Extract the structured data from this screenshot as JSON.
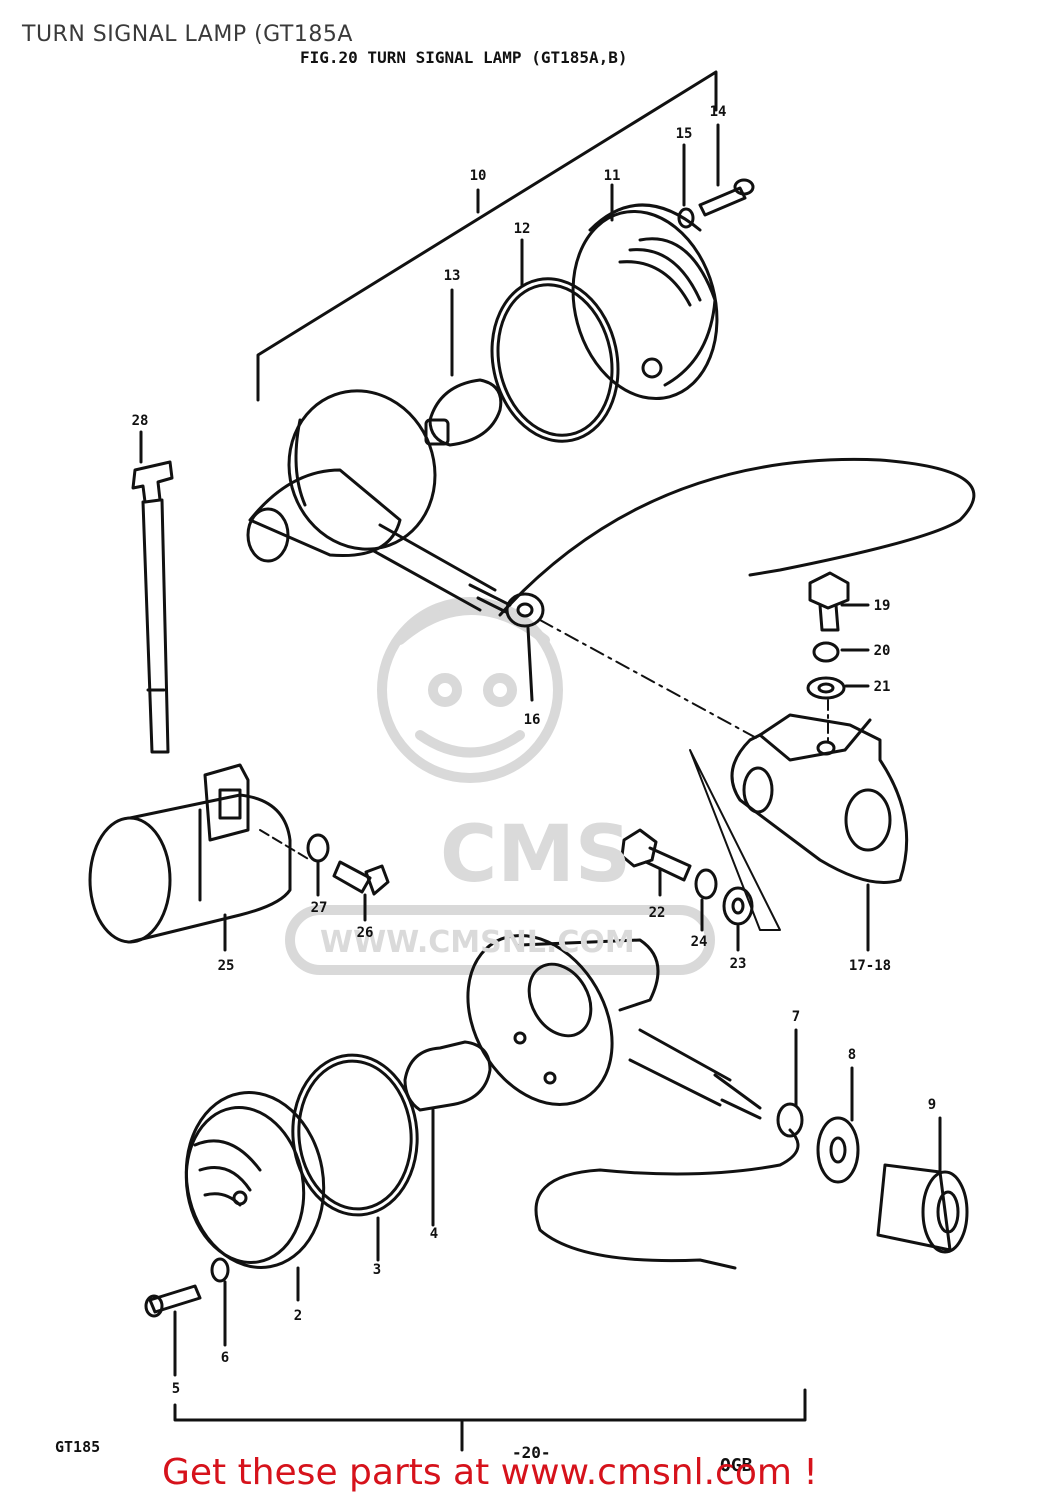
{
  "header": {
    "title": "TURN SIGNAL LAMP (GT185A",
    "fig_caption": "FIG.20 TURN SIGNAL LAMP (GT185A,B)"
  },
  "watermark": {
    "logo_text": "CMS",
    "url_text": "WWW.CMSNL.COM"
  },
  "labels": {
    "p2": "2",
    "p3": "3",
    "p4": "4",
    "p5": "5",
    "p6": "6",
    "p7": "7",
    "p8": "8",
    "p9": "9",
    "p10": "10",
    "p11": "11",
    "p12": "12",
    "p13": "13",
    "p14": "14",
    "p15": "15",
    "p16": "16",
    "p17_18": "17-18",
    "p19": "19",
    "p20": "20",
    "p21": "21",
    "p22": "22",
    "p23": "23",
    "p24": "24",
    "p25": "25",
    "p26": "26",
    "p27": "27",
    "p28": "28"
  },
  "footer": {
    "model_code": "GT185",
    "page_number": "-20-",
    "code": "OGB",
    "promo": "Get these parts at www.cmsnl.com !"
  },
  "colors": {
    "promo": "#d6121b",
    "line_art": "#111111",
    "watermark": "#dadada"
  }
}
